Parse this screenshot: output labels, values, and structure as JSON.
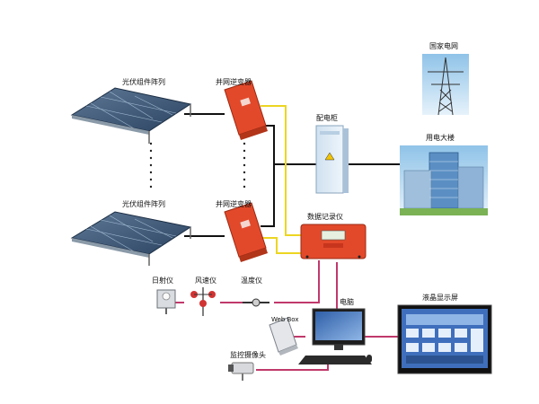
{
  "labels": {
    "pv_array_top": "光伏组件阵列",
    "pv_array_bottom": "光伏组件阵列",
    "inverter_top": "并网逆变器",
    "inverter_bottom": "并网逆变器",
    "distribution_cabinet": "配电柜",
    "grid": "国家电网",
    "building": "用电大楼",
    "data_logger": "数据记录仪",
    "irradiance_meter": "日射仪",
    "wind_meter": "风速仪",
    "temp_meter": "温度仪",
    "computer": "电脑",
    "web_box": "Web Box",
    "camera": "监控摄像头",
    "lcd_display": "液晶显示屏"
  },
  "colors": {
    "dc_line": "#111111",
    "signal_line": "#ecd622",
    "comm_line": "#c0396b",
    "inverter": "#e2492a",
    "panel": "#3d5877"
  }
}
